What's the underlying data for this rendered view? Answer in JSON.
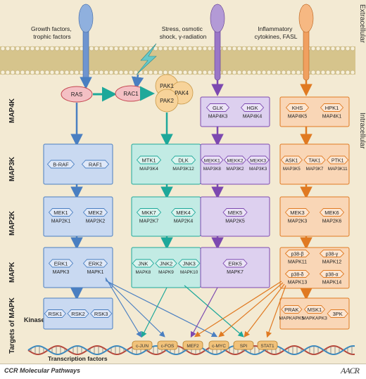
{
  "regions": {
    "extracellular": "Extracellular",
    "intracellular": "Intracellular"
  },
  "rows": {
    "map4k": "MAP4K",
    "map3k": "MAP3K",
    "map2k": "MAP2K",
    "mapk": "MAPK",
    "targets": "Targets of MAPK",
    "kinases": "Kinases"
  },
  "stimuli": {
    "growth": [
      "Growth factors,",
      "trophic factors"
    ],
    "stress": [
      "Stress, osmotic",
      "shock, γ-radiation"
    ],
    "inflam": [
      "Inflammatory",
      "cytokines, FASL"
    ]
  },
  "adaptors": {
    "ras": "RAS",
    "rac1": "RAC1",
    "pak1": "PAK1",
    "pak2": "PAK2",
    "pak4": "PAK4"
  },
  "col1": {
    "map3k": [
      {
        "name": "B-RAF",
        "gene": ""
      },
      {
        "name": "RAF1",
        "gene": ""
      }
    ],
    "map2k": [
      {
        "name": "MEK1",
        "gene": "MAP2K1"
      },
      {
        "name": "MEK2",
        "gene": "MAP2K2"
      }
    ],
    "mapk": [
      {
        "name": "ERK1",
        "gene": "MAPK3"
      },
      {
        "name": "ERK2",
        "gene": "MAPK1"
      }
    ],
    "targets": [
      "RSK1",
      "RSK2",
      "RSK3"
    ]
  },
  "col2": {
    "map3k": [
      {
        "name": "MTK1",
        "gene": "MAP3K4"
      },
      {
        "name": "DLK",
        "gene": "MAP3K12"
      }
    ],
    "map2k": [
      {
        "name": "MKK7",
        "gene": "MAP2K7"
      },
      {
        "name": "MEK4",
        "gene": "MAP2K4"
      }
    ],
    "mapk": [
      {
        "name": "JNK",
        "gene": "MAPK8"
      },
      {
        "name": "JNK2",
        "gene": "MAPK9"
      },
      {
        "name": "JNK3",
        "gene": "MAPK10"
      }
    ]
  },
  "col3": {
    "map4k": [
      {
        "name": "GLK",
        "gene": "MAP4K3"
      },
      {
        "name": "HGK",
        "gene": "MAP4K4"
      }
    ],
    "map3k": [
      {
        "name": "MEKK1",
        "gene": "MAP3K8"
      },
      {
        "name": "MEKK2",
        "gene": "MAP3K2"
      },
      {
        "name": "MEKK3",
        "gene": "MAP3K3"
      }
    ],
    "map2k": [
      {
        "name": "MEK5",
        "gene": "MAP2K5"
      }
    ],
    "mapk": [
      {
        "name": "ERK5",
        "gene": "MAPK7"
      }
    ]
  },
  "col4": {
    "map4k": [
      {
        "name": "KHS",
        "gene": "MAP4K5"
      },
      {
        "name": "HPK1",
        "gene": "MAP4K1"
      }
    ],
    "map3k": [
      {
        "name": "ASK1",
        "gene": "MAP3K5"
      },
      {
        "name": "TAK1",
        "gene": "MAP3K7"
      },
      {
        "name": "PTK1",
        "gene": "MAP3K11"
      }
    ],
    "map2k": [
      {
        "name": "MEK3",
        "gene": "MAP2K3"
      },
      {
        "name": "MEK6",
        "gene": "MAP2K6"
      }
    ],
    "mapk": [
      {
        "name": "p38-β",
        "gene": "MAPK11"
      },
      {
        "name": "p38-γ",
        "gene": "MAPK12"
      },
      {
        "name": "p38-δ",
        "gene": "MAPK13"
      },
      {
        "name": "p38-α",
        "gene": "MAPK14"
      }
    ],
    "targets": [
      {
        "name": "PRAK",
        "gene": "MAPKAPK5"
      },
      {
        "name": "MSK1",
        "gene": "MAPKAPK3"
      },
      {
        "name": "3PK",
        "gene": ""
      }
    ]
  },
  "tfs": [
    "c-JUN",
    "c-FOS",
    "MEF2",
    "c-MYC",
    "SPI",
    "STAT1"
  ],
  "tf_label": "Transcription factors",
  "footer": {
    "title": "CCR Molecular Pathways",
    "logo": "AACR"
  },
  "colors": {
    "blue": "#4a7fc1",
    "teal": "#1ea89a",
    "purple": "#7d49b0",
    "orange": "#e07a22",
    "membrane": "#d8c894",
    "bg": "#f3ead3"
  }
}
